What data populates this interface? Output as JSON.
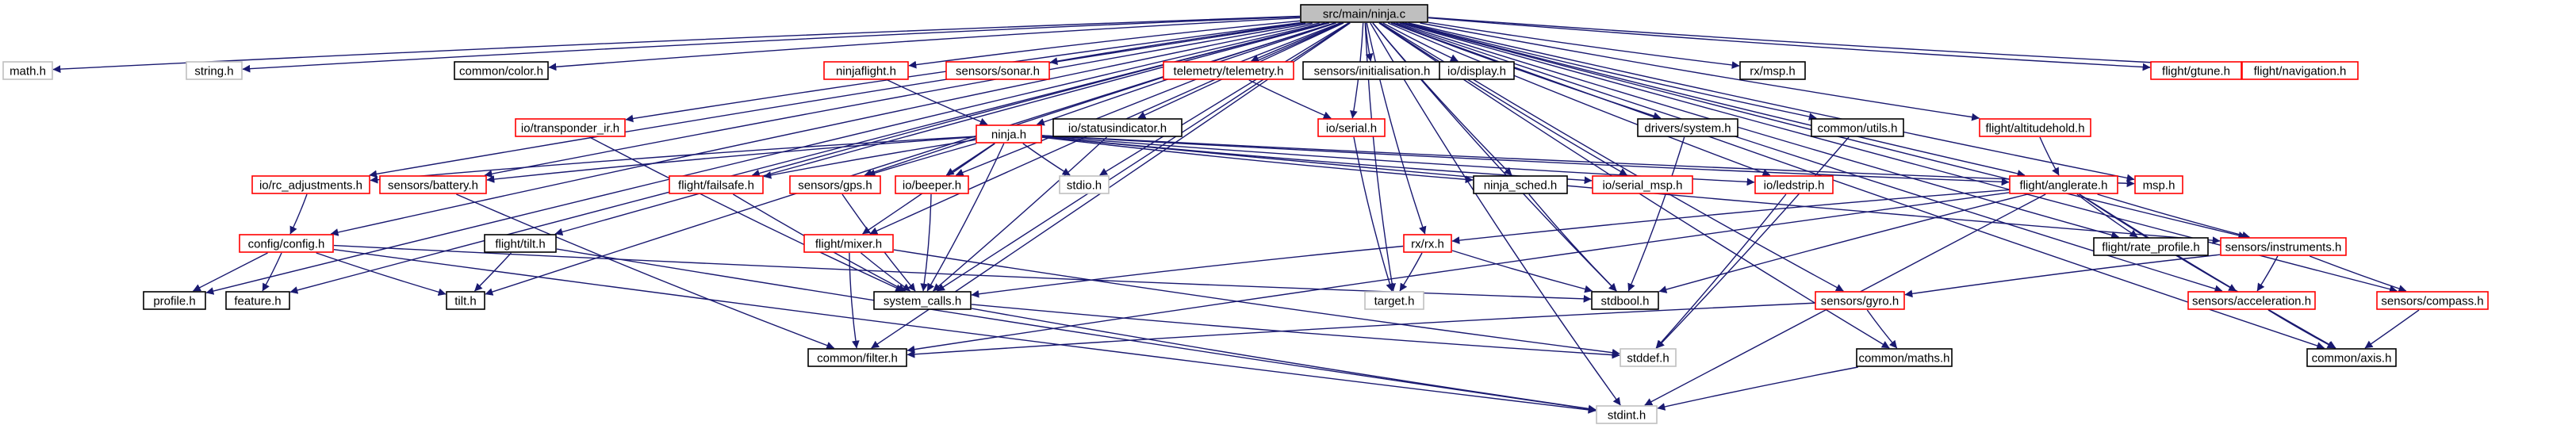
{
  "graph": {
    "root": "src/main/ninja.c",
    "colors": {
      "root_fill": "#bfbfbf",
      "documented_border": "#000000",
      "undocumented_border": "#ff0000",
      "external_border": "#bfbfbf",
      "edge": "#191970"
    },
    "nodes": [
      {
        "id": "root",
        "label": "src/main/ninja.c",
        "kind": "root"
      },
      {
        "id": "math",
        "label": "math.h",
        "kind": "external"
      },
      {
        "id": "string",
        "label": "string.h",
        "kind": "external"
      },
      {
        "id": "color",
        "label": "common/color.h",
        "kind": "documented"
      },
      {
        "id": "ninjaflight",
        "label": "ninjaflight.h",
        "kind": "undocumented"
      },
      {
        "id": "sonar",
        "label": "sensors/sonar.h",
        "kind": "undocumented"
      },
      {
        "id": "telemetry",
        "label": "telemetry/telemetry.h",
        "kind": "undocumented"
      },
      {
        "id": "sensinit",
        "label": "sensors/initialisation.h",
        "kind": "documented"
      },
      {
        "id": "display",
        "label": "io/display.h",
        "kind": "documented"
      },
      {
        "id": "rxmsp",
        "label": "rx/msp.h",
        "kind": "documented"
      },
      {
        "id": "gtune",
        "label": "flight/gtune.h",
        "kind": "undocumented"
      },
      {
        "id": "navigation",
        "label": "flight/navigation.h",
        "kind": "undocumented"
      },
      {
        "id": "transponder",
        "label": "io/transponder_ir.h",
        "kind": "undocumented"
      },
      {
        "id": "statusind",
        "label": "io/statusindicator.h",
        "kind": "documented"
      },
      {
        "id": "serial",
        "label": "io/serial.h",
        "kind": "undocumented"
      },
      {
        "id": "drvsystem",
        "label": "drivers/system.h",
        "kind": "documented"
      },
      {
        "id": "utils",
        "label": "common/utils.h",
        "kind": "documented"
      },
      {
        "id": "altitudehold",
        "label": "flight/altitudehold.h",
        "kind": "undocumented"
      },
      {
        "id": "ninjah",
        "label": "ninja.h",
        "kind": "undocumented"
      },
      {
        "id": "rcadj",
        "label": "io/rc_adjustments.h",
        "kind": "undocumented"
      },
      {
        "id": "battery",
        "label": "sensors/battery.h",
        "kind": "undocumented"
      },
      {
        "id": "failsafe",
        "label": "flight/failsafe.h",
        "kind": "undocumented"
      },
      {
        "id": "gps",
        "label": "sensors/gps.h",
        "kind": "undocumented"
      },
      {
        "id": "beeper",
        "label": "io/beeper.h",
        "kind": "undocumented"
      },
      {
        "id": "stdio",
        "label": "stdio.h",
        "kind": "external"
      },
      {
        "id": "ninjasched",
        "label": "ninja_sched.h",
        "kind": "documented"
      },
      {
        "id": "serialmsp",
        "label": "io/serial_msp.h",
        "kind": "undocumented"
      },
      {
        "id": "ledstrip",
        "label": "io/ledstrip.h",
        "kind": "undocumented"
      },
      {
        "id": "anglerate",
        "label": "flight/anglerate.h",
        "kind": "undocumented"
      },
      {
        "id": "msp",
        "label": "msp.h",
        "kind": "undocumented"
      },
      {
        "id": "config",
        "label": "config/config.h",
        "kind": "undocumented"
      },
      {
        "id": "flighttilt",
        "label": "flight/tilt.h",
        "kind": "documented"
      },
      {
        "id": "mixer",
        "label": "flight/mixer.h",
        "kind": "undocumented"
      },
      {
        "id": "rx",
        "label": "rx/rx.h",
        "kind": "undocumented"
      },
      {
        "id": "rateprofile",
        "label": "flight/rate_profile.h",
        "kind": "documented"
      },
      {
        "id": "instruments",
        "label": "sensors/instruments.h",
        "kind": "undocumented"
      },
      {
        "id": "profile",
        "label": "profile.h",
        "kind": "documented"
      },
      {
        "id": "feature",
        "label": "feature.h",
        "kind": "documented"
      },
      {
        "id": "tilt",
        "label": "tilt.h",
        "kind": "documented"
      },
      {
        "id": "systemcalls",
        "label": "system_calls.h",
        "kind": "documented"
      },
      {
        "id": "target",
        "label": "target.h",
        "kind": "external"
      },
      {
        "id": "stdbool",
        "label": "stdbool.h",
        "kind": "documented"
      },
      {
        "id": "gyro",
        "label": "sensors/gyro.h",
        "kind": "undocumented"
      },
      {
        "id": "accel",
        "label": "sensors/acceleration.h",
        "kind": "undocumented"
      },
      {
        "id": "compass",
        "label": "sensors/compass.h",
        "kind": "undocumented"
      },
      {
        "id": "filter",
        "label": "common/filter.h",
        "kind": "documented"
      },
      {
        "id": "stddef",
        "label": "stddef.h",
        "kind": "external"
      },
      {
        "id": "maths",
        "label": "common/maths.h",
        "kind": "documented"
      },
      {
        "id": "axis",
        "label": "common/axis.h",
        "kind": "documented"
      },
      {
        "id": "stdint",
        "label": "stdint.h",
        "kind": "external"
      }
    ],
    "edges": [
      [
        "root",
        "math"
      ],
      [
        "root",
        "string"
      ],
      [
        "root",
        "color"
      ],
      [
        "root",
        "ninjaflight"
      ],
      [
        "root",
        "sonar"
      ],
      [
        "root",
        "telemetry"
      ],
      [
        "root",
        "sensinit"
      ],
      [
        "root",
        "display"
      ],
      [
        "root",
        "rxmsp"
      ],
      [
        "root",
        "gtune"
      ],
      [
        "root",
        "navigation"
      ],
      [
        "root",
        "transponder"
      ],
      [
        "root",
        "statusind"
      ],
      [
        "root",
        "serial"
      ],
      [
        "root",
        "drvsystem"
      ],
      [
        "root",
        "utils"
      ],
      [
        "root",
        "altitudehold"
      ],
      [
        "root",
        "ninjah"
      ],
      [
        "root",
        "rcadj"
      ],
      [
        "root",
        "battery"
      ],
      [
        "root",
        "failsafe"
      ],
      [
        "root",
        "gps"
      ],
      [
        "root",
        "beeper"
      ],
      [
        "root",
        "stdio"
      ],
      [
        "root",
        "ninjasched"
      ],
      [
        "root",
        "serialmsp"
      ],
      [
        "root",
        "ledstrip"
      ],
      [
        "root",
        "anglerate"
      ],
      [
        "root",
        "msp"
      ],
      [
        "root",
        "config"
      ],
      [
        "root",
        "flighttilt"
      ],
      [
        "root",
        "mixer"
      ],
      [
        "root",
        "rx"
      ],
      [
        "root",
        "rateprofile"
      ],
      [
        "root",
        "instruments"
      ],
      [
        "root",
        "profile"
      ],
      [
        "root",
        "feature"
      ],
      [
        "root",
        "tilt"
      ],
      [
        "root",
        "systemcalls"
      ],
      [
        "root",
        "target"
      ],
      [
        "root",
        "stdbool"
      ],
      [
        "root",
        "gyro"
      ],
      [
        "root",
        "accel"
      ],
      [
        "root",
        "compass"
      ],
      [
        "root",
        "filter"
      ],
      [
        "root",
        "maths"
      ],
      [
        "root",
        "axis"
      ],
      [
        "root",
        "stdint"
      ],
      [
        "ninjaflight",
        "ninjah"
      ],
      [
        "telemetry",
        "serial"
      ],
      [
        "serial",
        "target"
      ],
      [
        "drvsystem",
        "stdbool"
      ],
      [
        "utils",
        "stddef"
      ],
      [
        "altitudehold",
        "anglerate"
      ],
      [
        "ninjah",
        "rcadj"
      ],
      [
        "ninjah",
        "battery"
      ],
      [
        "ninjah",
        "failsafe"
      ],
      [
        "ninjah",
        "gps"
      ],
      [
        "ninjah",
        "beeper"
      ],
      [
        "ninjah",
        "stdio"
      ],
      [
        "ninjah",
        "ninjasched"
      ],
      [
        "ninjah",
        "serialmsp"
      ],
      [
        "ninjah",
        "ledstrip"
      ],
      [
        "ninjah",
        "anglerate"
      ],
      [
        "ninjah",
        "msp"
      ],
      [
        "ninjah",
        "mixer"
      ],
      [
        "ninjah",
        "systemcalls"
      ],
      [
        "ninjah",
        "instruments"
      ],
      [
        "rcadj",
        "config"
      ],
      [
        "battery",
        "filter"
      ],
      [
        "failsafe",
        "systemcalls"
      ],
      [
        "gps",
        "systemcalls"
      ],
      [
        "beeper",
        "systemcalls"
      ],
      [
        "statusind",
        "systemcalls"
      ],
      [
        "transponder",
        "systemcalls"
      ],
      [
        "ninjasched",
        "stdbool"
      ],
      [
        "ledstrip",
        "stddef"
      ],
      [
        "config",
        "profile"
      ],
      [
        "config",
        "feature"
      ],
      [
        "config",
        "tilt"
      ],
      [
        "config",
        "stdbool"
      ],
      [
        "config",
        "stdint"
      ],
      [
        "flighttilt",
        "tilt"
      ],
      [
        "flighttilt",
        "stdint"
      ],
      [
        "mixer",
        "systemcalls"
      ],
      [
        "mixer",
        "filter"
      ],
      [
        "mixer",
        "stddef"
      ],
      [
        "rx",
        "systemcalls"
      ],
      [
        "rx",
        "target"
      ],
      [
        "rx",
        "stdbool"
      ],
      [
        "anglerate",
        "rx"
      ],
      [
        "anglerate",
        "rateprofile"
      ],
      [
        "anglerate",
        "instruments"
      ],
      [
        "anglerate",
        "stdbool"
      ],
      [
        "anglerate",
        "accel"
      ],
      [
        "anglerate",
        "filter"
      ],
      [
        "anglerate",
        "axis"
      ],
      [
        "anglerate",
        "stdint"
      ],
      [
        "instruments",
        "gyro"
      ],
      [
        "instruments",
        "accel"
      ],
      [
        "instruments",
        "compass"
      ],
      [
        "gyro",
        "filter"
      ],
      [
        "gyro",
        "maths"
      ],
      [
        "accel",
        "axis"
      ],
      [
        "compass",
        "axis"
      ],
      [
        "systemcalls",
        "stddef"
      ],
      [
        "systemcalls",
        "stdint"
      ],
      [
        "maths",
        "stdint"
      ]
    ]
  }
}
